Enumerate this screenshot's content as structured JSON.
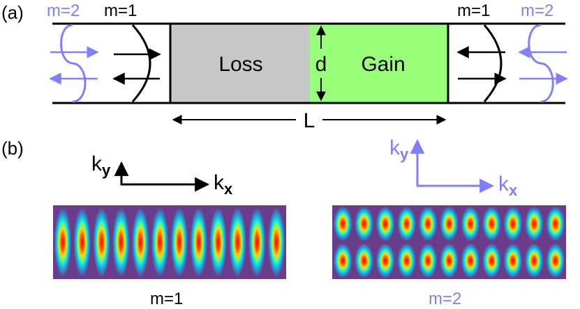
{
  "panel_a": {
    "label": "(a)",
    "left_modes": {
      "m2": "m=2",
      "m1": "m=1"
    },
    "right_modes": {
      "m1": "m=1",
      "m2": "m=2"
    },
    "loss_label": "Loss",
    "gain_label": "Gain",
    "width_label": "d",
    "length_label": "L"
  },
  "panel_b": {
    "label": "(b)",
    "axes_m1": {
      "x": "k",
      "x_sub": "x",
      "y": "k",
      "y_sub": "y"
    },
    "axes_m2": {
      "x": "k",
      "x_sub": "x",
      "y": "k",
      "y_sub": "y"
    },
    "mode_m1": {
      "caption": "m=1",
      "columns": 12,
      "rows": 1
    },
    "mode_m2": {
      "caption": "m=2",
      "columns": 11,
      "rows": 2
    }
  },
  "colors": {
    "line": "#000000",
    "m2_accent": "#8080ff",
    "loss_fill": "#c8c8c8",
    "gain_fill": "#99ff7a",
    "field_background": "#6a3d8a"
  }
}
